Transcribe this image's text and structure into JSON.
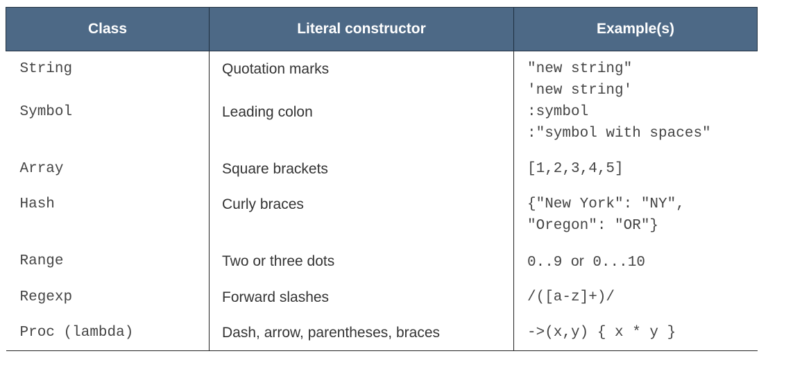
{
  "table": {
    "headers": [
      "Class",
      "Literal constructor",
      "Example(s)"
    ],
    "rows": [
      {
        "class": "String",
        "constructor": "Quotation marks",
        "examples": [
          "\"new string\"",
          "'new string'"
        ]
      },
      {
        "class": "Symbol",
        "constructor": "Leading colon",
        "examples": [
          ":symbol",
          ":\"symbol with spaces\""
        ]
      },
      {
        "class": "Array",
        "constructor": "Square brackets",
        "examples": [
          "[1,2,3,4,5]"
        ]
      },
      {
        "class": "Hash",
        "constructor": "Curly braces",
        "examples": [
          "{\"New York\": \"NY\",",
          "\"Oregon\": \"OR\"}"
        ]
      },
      {
        "class": "Range",
        "constructor": "Two or three dots",
        "examples": [
          "0..9",
          "or",
          "0...10"
        ]
      },
      {
        "class": "Regexp",
        "constructor": "Forward slashes",
        "examples": [
          "/([a-z]+)/"
        ]
      },
      {
        "class": "Proc (lambda)",
        "constructor": "Dash, arrow, parentheses, braces",
        "examples": [
          "->(x,y) { x * y }"
        ]
      }
    ]
  }
}
